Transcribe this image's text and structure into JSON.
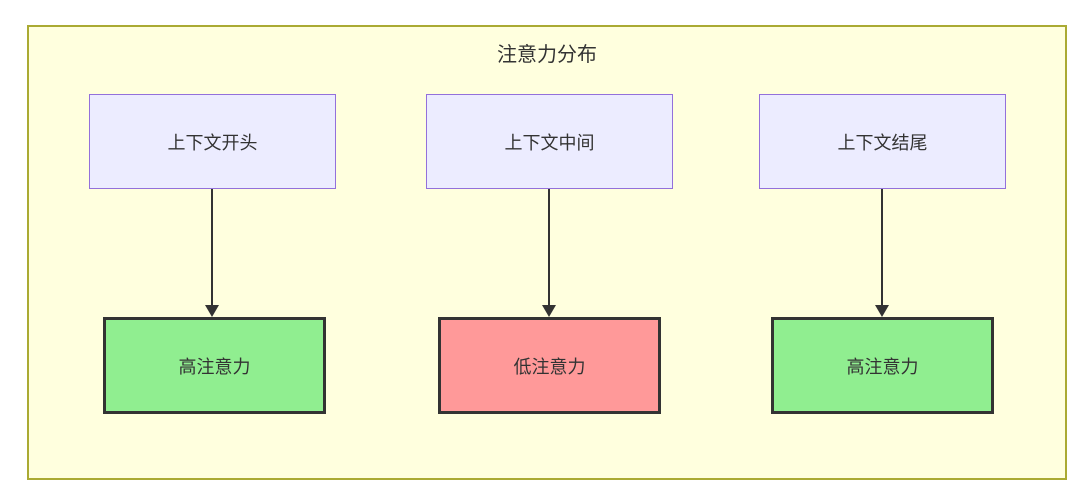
{
  "diagram": {
    "title": "注意力分布",
    "colors": {
      "cluster_fill": "#FFFFDE",
      "cluster_border": "#AAAA33",
      "context_node_fill": "#ECECFF",
      "context_node_border": "#9370DB",
      "high_attention_fill": "#90EE90",
      "low_attention_fill": "#FF9999",
      "result_node_border": "#333333",
      "edge_color": "#333333",
      "text_color": "#333333"
    },
    "top_nodes": [
      {
        "id": "context-start",
        "label": "上下文开头"
      },
      {
        "id": "context-middle",
        "label": "上下文中间"
      },
      {
        "id": "context-end",
        "label": "上下文结尾"
      }
    ],
    "bottom_nodes": [
      {
        "id": "high-attention-left",
        "label": "高注意力",
        "fill": "#90EE90"
      },
      {
        "id": "low-attention-middle",
        "label": "低注意力",
        "fill": "#FF9999"
      },
      {
        "id": "high-attention-right",
        "label": "高注意力",
        "fill": "#90EE90"
      }
    ],
    "edges": [
      {
        "from": "context-start",
        "to": "high-attention-left"
      },
      {
        "from": "context-middle",
        "to": "low-attention-middle"
      },
      {
        "from": "context-end",
        "to": "high-attention-right"
      }
    ]
  }
}
